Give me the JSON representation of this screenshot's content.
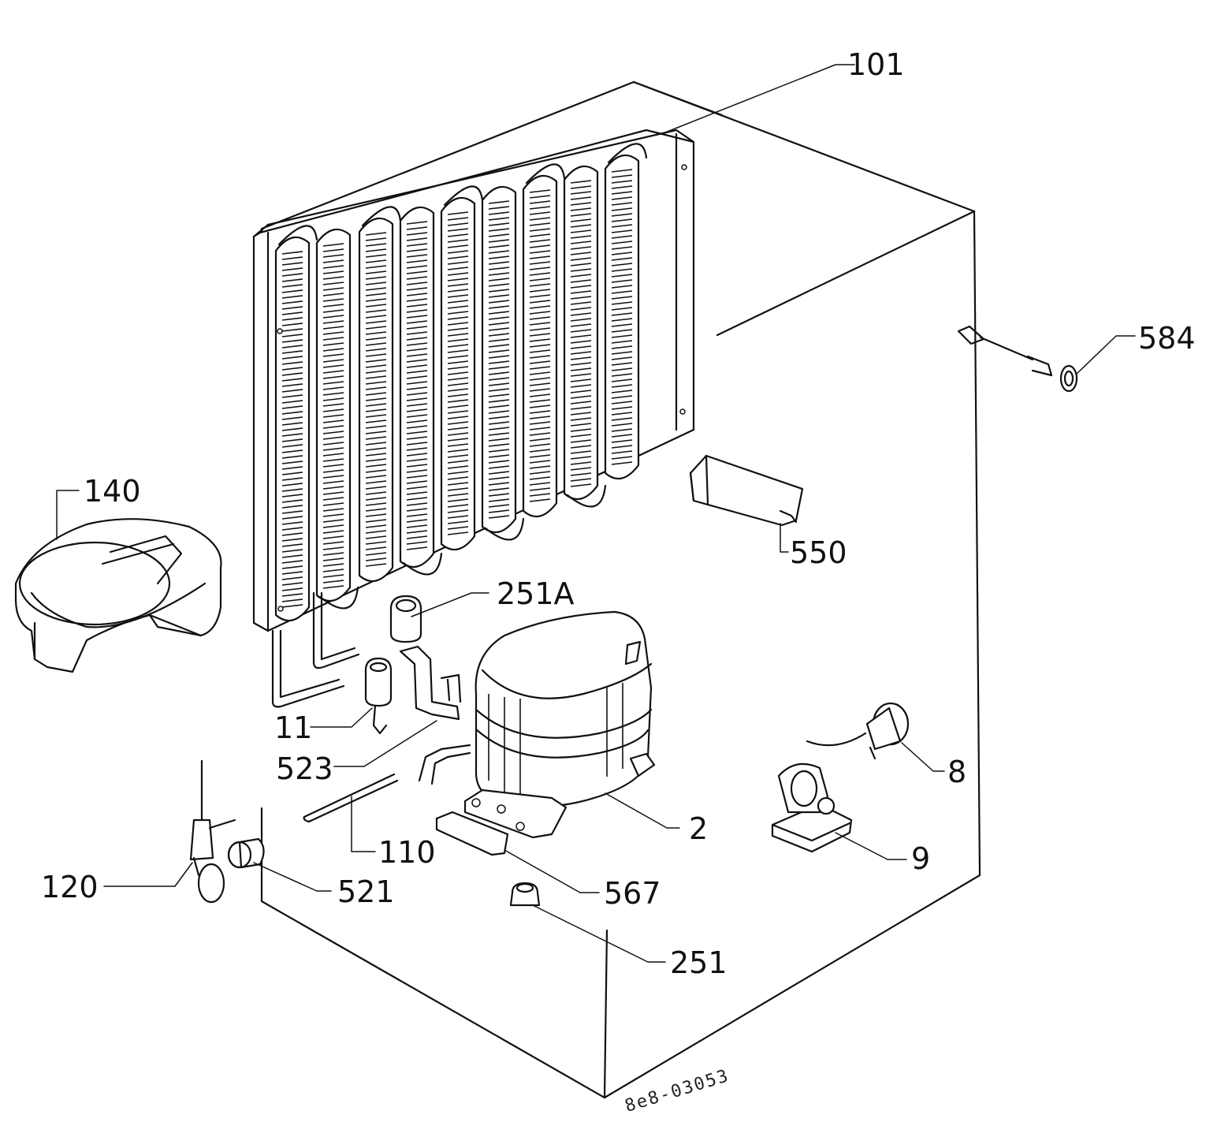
{
  "diagram": {
    "drawing_number": "8e8-03053",
    "callouts": [
      {
        "id": "101",
        "text": "101"
      },
      {
        "id": "584",
        "text": "584"
      },
      {
        "id": "140",
        "text": "140"
      },
      {
        "id": "550",
        "text": "550"
      },
      {
        "id": "251A",
        "text": "251A"
      },
      {
        "id": "11",
        "text": "11"
      },
      {
        "id": "523",
        "text": "523"
      },
      {
        "id": "8",
        "text": "8"
      },
      {
        "id": "2",
        "text": "2"
      },
      {
        "id": "110",
        "text": "110"
      },
      {
        "id": "9",
        "text": "9"
      },
      {
        "id": "120",
        "text": "120"
      },
      {
        "id": "521",
        "text": "521"
      },
      {
        "id": "567",
        "text": "567"
      },
      {
        "id": "251",
        "text": "251"
      }
    ]
  }
}
